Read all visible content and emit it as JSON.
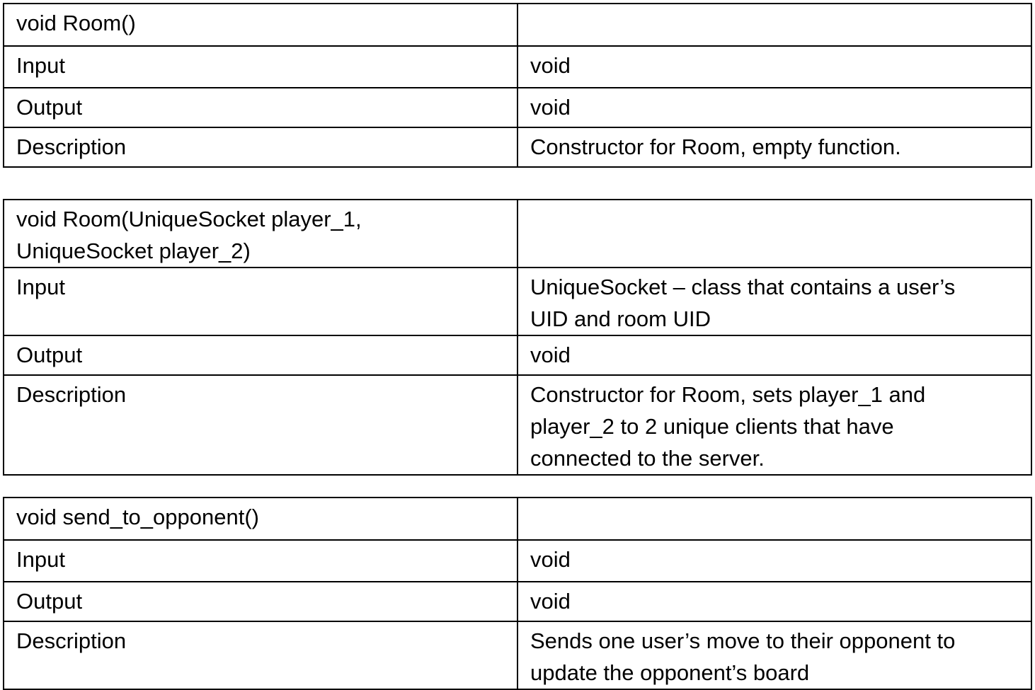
{
  "tables": [
    {
      "signature": "void Room()",
      "rows": [
        {
          "label": "Input",
          "value": "void"
        },
        {
          "label": "Output",
          "value": "void"
        },
        {
          "label": "Description",
          "value": "Constructor for Room, empty function."
        }
      ]
    },
    {
      "signature_line1": "void Room(UniqueSocket  player_1,",
      "signature_line2": "UniqueSocket  player_2)",
      "rows": [
        {
          "label": "Input",
          "value_line1": "UniqueSocket – class that contains a user’s",
          "value_line2": "UID and room UID"
        },
        {
          "label": "Output",
          "value": "void"
        },
        {
          "label": "Description",
          "value_line1": "Constructor for Room, sets player_1 and",
          "value_line2": "player_2 to 2 unique clients that have",
          "value_line3": "connected to the server."
        }
      ]
    },
    {
      "signature": "void send_to_opponent()",
      "rows": [
        {
          "label": "Input",
          "value": "void"
        },
        {
          "label": "Output",
          "value": "void"
        },
        {
          "label": "Description",
          "value_line1": "Sends one user’s move to their opponent to",
          "value_line2": "update the opponent’s board"
        }
      ]
    }
  ]
}
